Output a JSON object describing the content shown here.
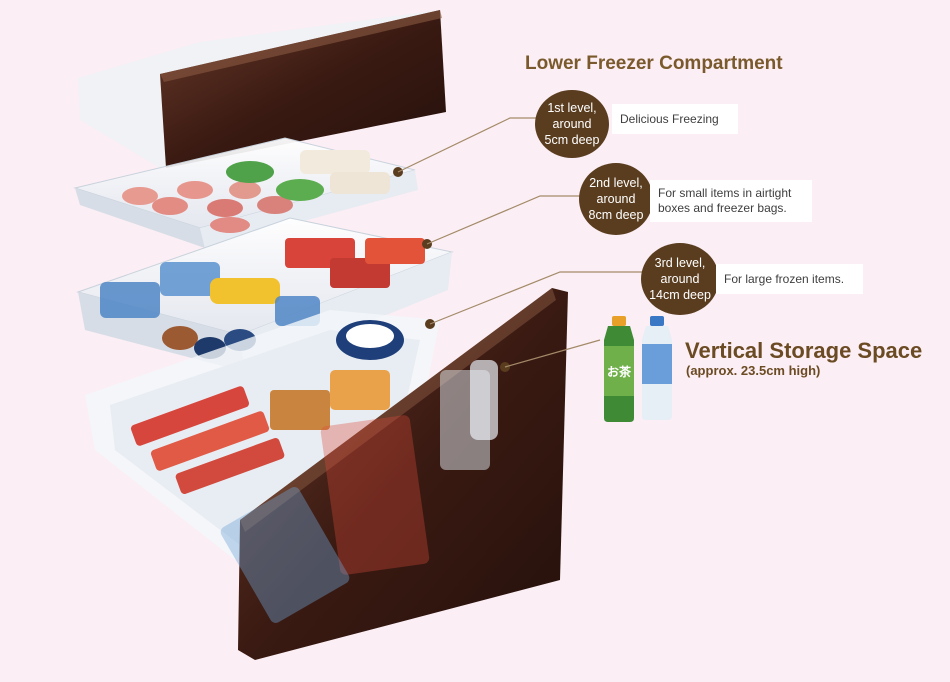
{
  "diagram": {
    "title": "Lower Freezer Compartment",
    "levels": [
      {
        "name": "1st level,\naround\n5cm deep",
        "description": "Delicious Freezing"
      },
      {
        "name": "2nd level,\naround\n8cm deep",
        "description": "For small items in airtight\nboxes and freezer bags."
      },
      {
        "name": "3rd level,\naround\n14cm deep",
        "description": "For large frozen items."
      }
    ],
    "vertical_storage": {
      "title": "Vertical Storage Space",
      "subtitle": "(approx. 23.5cm high)"
    },
    "bottle_label": "お茶"
  },
  "colors": {
    "background": "#fbeef4",
    "title": "#7a5a2c",
    "badge": "#5a3d1f",
    "door": "#3a1a12",
    "leader": "#a38a68"
  }
}
